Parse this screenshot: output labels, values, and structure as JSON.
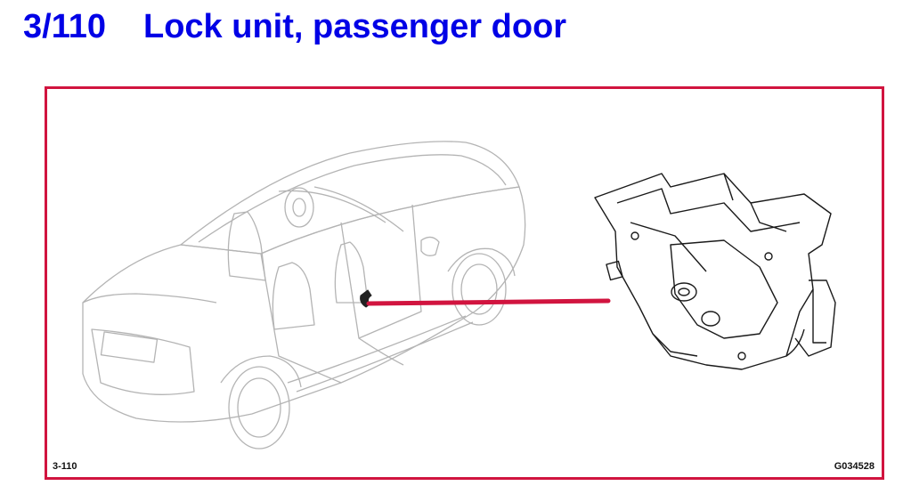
{
  "header": {
    "number": "3/110",
    "title": "Lock unit, passenger door"
  },
  "figure": {
    "left_code": "3-110",
    "right_code": "G034528",
    "callout_color": "#d1143f",
    "frame_color": "#d1143f",
    "title_color": "#0000e6",
    "illustration": "car-outline-icon",
    "detail": "door-lock-unit-icon"
  }
}
